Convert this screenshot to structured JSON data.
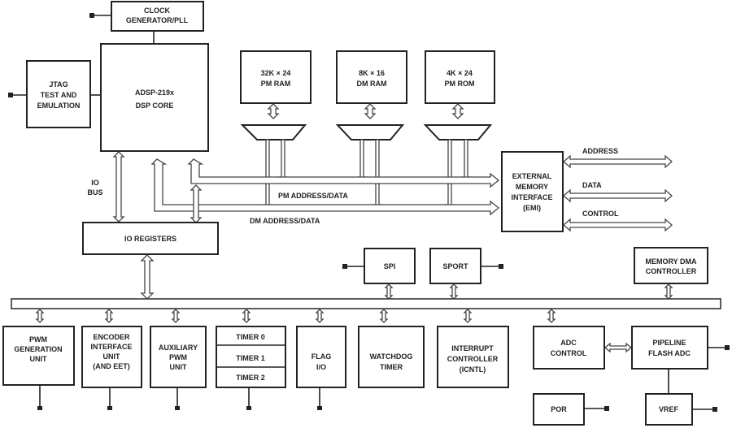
{
  "blocks": {
    "clock": [
      "CLOCK",
      "GENERATOR/PLL"
    ],
    "jtag": [
      "JTAG",
      "TEST AND",
      "EMULATION"
    ],
    "core": [
      "ADSP-219x",
      "DSP CORE"
    ],
    "pm_ram": [
      "32K × 24",
      "PM RAM"
    ],
    "dm_ram": [
      "8K × 16",
      "DM RAM"
    ],
    "pm_rom": [
      "4K × 24",
      "PM ROM"
    ],
    "emi": [
      "EXTERNAL",
      "MEMORY",
      "INTERFACE",
      "(EMI)"
    ],
    "io_registers": [
      "IO REGISTERS"
    ],
    "spi": [
      "SPI"
    ],
    "sport": [
      "SPORT"
    ],
    "mem_dma": [
      "MEMORY DMA",
      "CONTROLLER"
    ],
    "pwm_gen": [
      "PWM",
      "GENERATION",
      "UNIT"
    ],
    "encoder": [
      "ENCODER",
      "INTERFACE",
      "UNIT",
      "(AND EET)"
    ],
    "aux_pwm": [
      "AUXILIARY",
      "PWM",
      "UNIT"
    ],
    "timer0": [
      "TIMER 0"
    ],
    "timer1": [
      "TIMER 1"
    ],
    "timer2": [
      "TIMER 2"
    ],
    "flag_io": [
      "FLAG",
      "I/O"
    ],
    "watchdog": [
      "WATCHDOG",
      "TIMER"
    ],
    "interrupt": [
      "INTERRUPT",
      "CONTROLLER",
      "(ICNTL)"
    ],
    "adc_control": [
      "ADC",
      "CONTROL"
    ],
    "pipeline_adc": [
      "PIPELINE",
      "FLASH ADC"
    ],
    "por": [
      "POR"
    ],
    "vref": [
      "VREF"
    ]
  },
  "bus_labels": {
    "io_bus": [
      "IO",
      "BUS"
    ],
    "pm_address_data": "PM ADDRESS/DATA",
    "dm_address_data": "DM ADDRESS/DATA",
    "address": "ADDRESS",
    "data": "DATA",
    "control": "CONTROL"
  }
}
